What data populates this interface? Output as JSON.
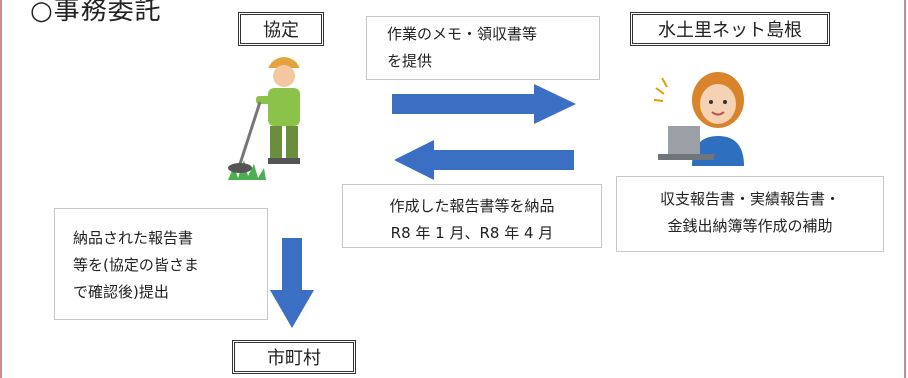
{
  "title": "○事務委託",
  "labels": {
    "kyotei": "協定",
    "mizutsuchisato": "水土里ネット島根",
    "shichoson": "市町村"
  },
  "notes": {
    "provide_memo": [
      "作業のメモ・領収書等",
      "を提供"
    ],
    "deliver_report": [
      "作成した報告書等を納品",
      "R8 年 1 月、R8 年 4 月"
    ],
    "assist_creation": [
      "収支報告書・実績報告書・",
      "金銭出納簿等作成の補助"
    ],
    "submit_report": [
      "納品された報告書",
      "等を(協定の皆さま",
      "で確認後)提出"
    ]
  },
  "colors": {
    "arrow": "#3b6fc4",
    "frame": "#c98a8a"
  },
  "icons": [
    "farmer-with-trimmer-icon",
    "woman-at-laptop-icon"
  ]
}
